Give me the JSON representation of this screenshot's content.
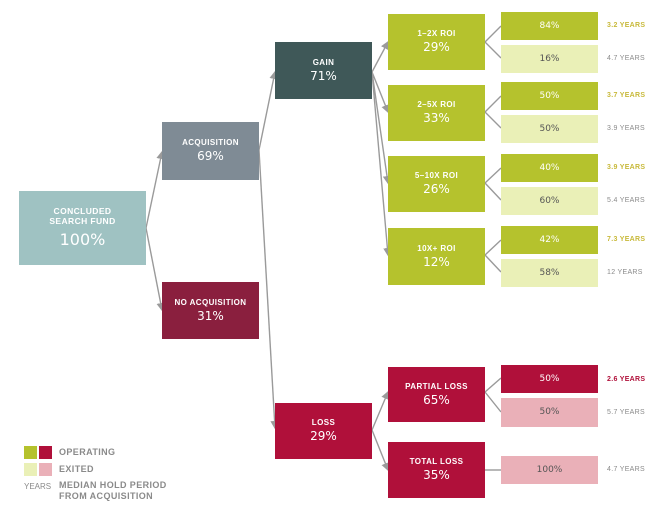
{
  "colors": {
    "root": "#9fc2c2",
    "acquisition": "#7f8b95",
    "no_acquisition": "#8a1f3e",
    "gain": "#3f5858",
    "roi": "#b5c22d",
    "operating_gain": "#b5c22d",
    "exited_gain": "#eaf0b7",
    "loss": "#b0103a",
    "operating_loss": "#b0103a",
    "exited_loss": "#eab0b8",
    "years_gain": "#c8b93a",
    "years_loss": "#b0103a",
    "years_muted": "#8a8a8a",
    "connector": "#9a9a9a"
  },
  "root": {
    "label_line1": "CONCLUDED",
    "label_line2": "SEARCH FUND",
    "pct": "100%"
  },
  "acquisition": {
    "label": "ACQUISITION",
    "pct": "69%"
  },
  "no_acquisition": {
    "label": "NO ACQUISITION",
    "pct": "31%"
  },
  "gain": {
    "label": "GAIN",
    "pct": "71%"
  },
  "loss": {
    "label": "LOSS",
    "pct": "29%"
  },
  "roi": [
    {
      "label": "1–2X ROI",
      "pct": "29%",
      "operating": "84%",
      "operating_years": "3.2 YEARS",
      "exited": "16%",
      "exited_years": "4.7 YEARS"
    },
    {
      "label": "2–5X ROI",
      "pct": "33%",
      "operating": "50%",
      "operating_years": "3.7 YEARS",
      "exited": "50%",
      "exited_years": "3.9 YEARS"
    },
    {
      "label": "5–10X ROI",
      "pct": "26%",
      "operating": "40%",
      "operating_years": "3.9 YEARS",
      "exited": "60%",
      "exited_years": "5.4 YEARS"
    },
    {
      "label": "10X+ ROI",
      "pct": "12%",
      "operating": "42%",
      "operating_years": "7.3 YEARS",
      "exited": "58%",
      "exited_years": "12 YEARS"
    }
  ],
  "partial_loss": {
    "label": "PARTIAL LOSS",
    "pct": "65%",
    "operating": "50%",
    "operating_years": "2.6 YEARS",
    "exited": "50%",
    "exited_years": "5.7 YEARS"
  },
  "total_loss": {
    "label": "TOTAL LOSS",
    "pct": "35%",
    "exited": "100%",
    "exited_years": "4.7 YEARS"
  },
  "legend": {
    "operating": "OPERATING",
    "exited": "EXITED",
    "years_word": "YEARS",
    "hold_line1": "MEDIAN HOLD PERIOD",
    "hold_line2": "FROM ACQUISITION"
  }
}
